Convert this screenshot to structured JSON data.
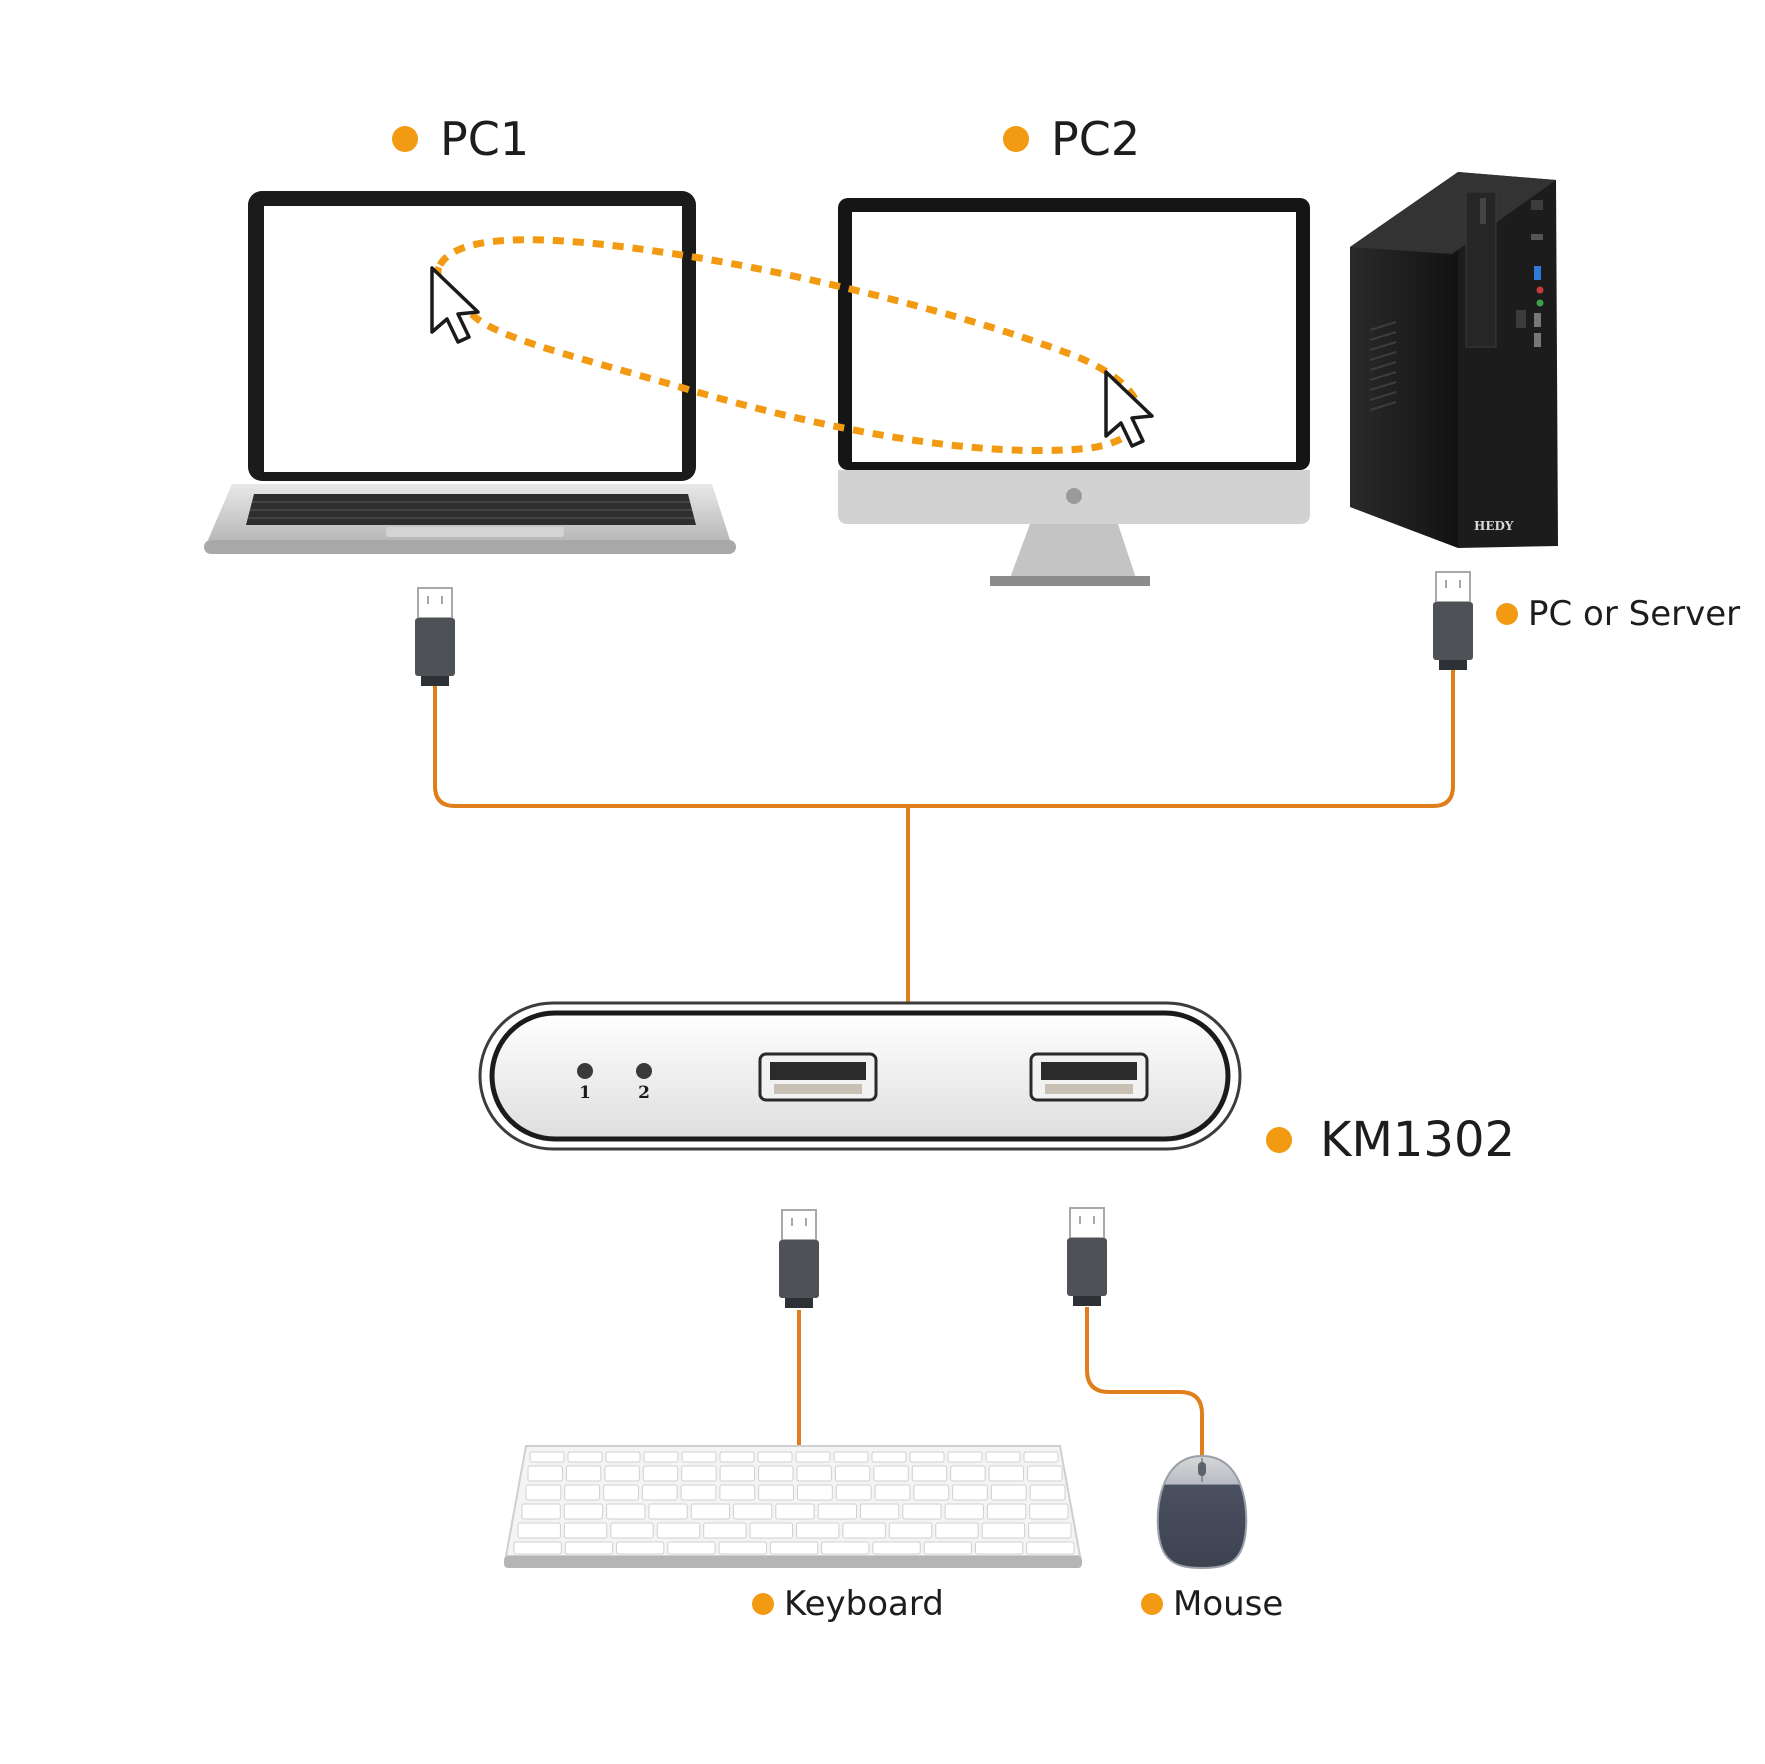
{
  "labels": {
    "pc1": "PC1",
    "pc2": "PC2",
    "server": "PC or Server",
    "switch": "KM1302",
    "keyboard": "Keyboard",
    "mouse": "Mouse"
  },
  "tower_brand": "HEDY",
  "switch_leds": [
    "1",
    "2"
  ],
  "colors": {
    "accent": "#f29a12",
    "cable": "#e07e1c",
    "connector": "#4e5257",
    "tower": "#1e1e1e",
    "mouse": "#4a5060"
  }
}
